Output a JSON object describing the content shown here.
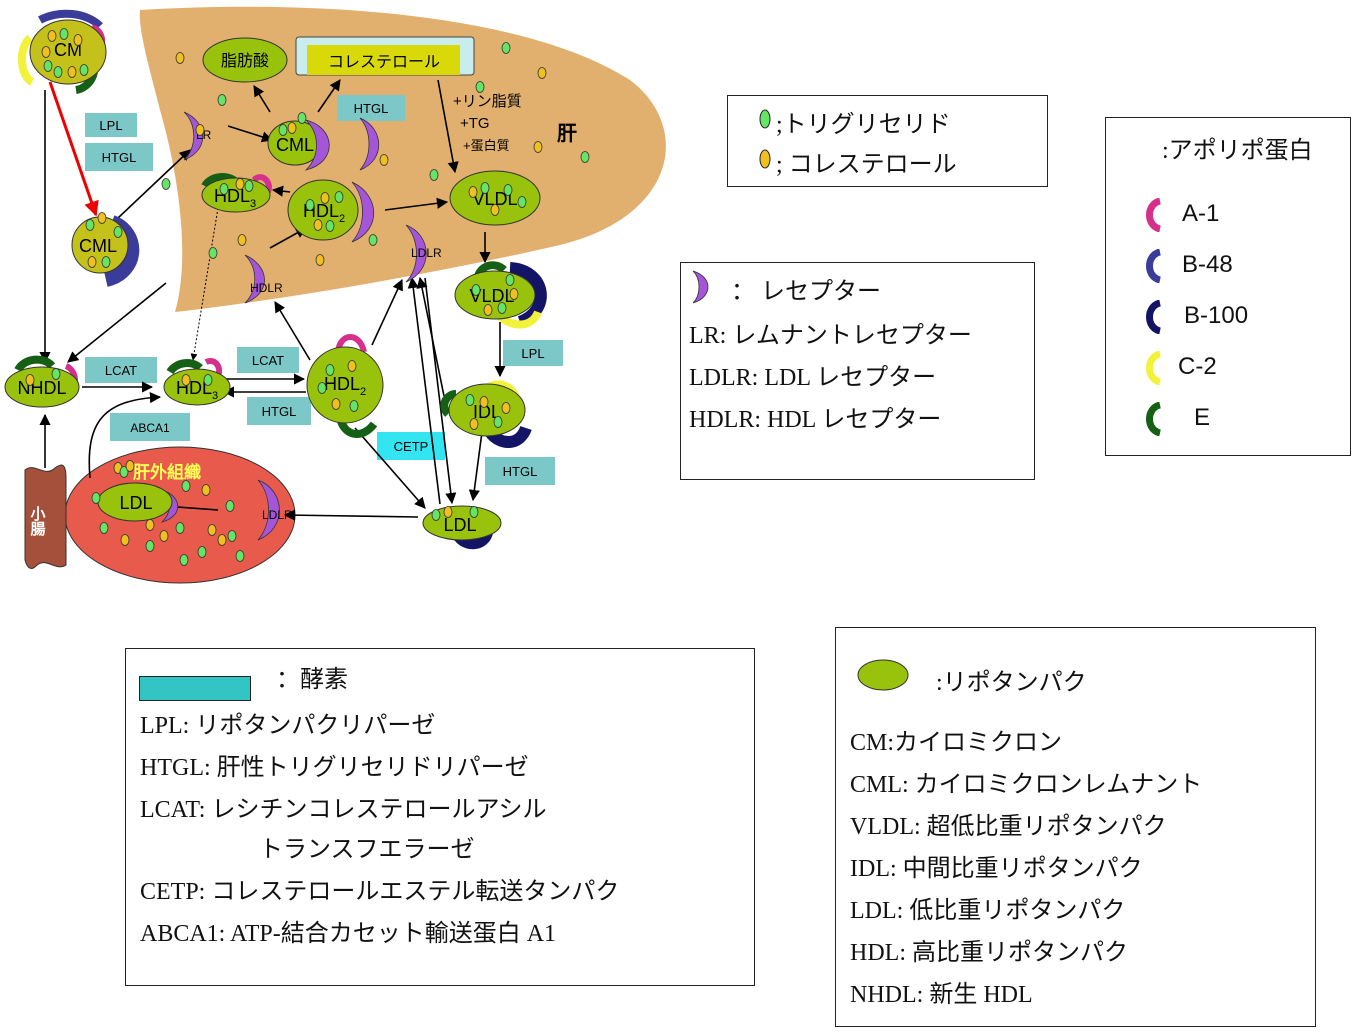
{
  "diagram": {
    "liver": "肝",
    "fatty_acid": "脂肪酸",
    "cholesterol": "コレステロール",
    "plus_phospholipid": "+リン脂質",
    "plus_tg": "+TG",
    "plus_protein": "+蛋白質",
    "extrahepatic": "肝外組織",
    "small_intestine": "小腸",
    "particles": {
      "cm": "CM",
      "cml": "CML",
      "hdl": "HDL",
      "sub2": "2",
      "sub3": "3",
      "vldl": "VLDL",
      "idl": "IDL",
      "ldl": "LDL",
      "nhdl": "NHDL"
    },
    "receptors": {
      "lr": "LR",
      "ldlr": "LDLR",
      "hdlr": "HDLR"
    },
    "enzymes": {
      "lpl": "LPL",
      "htgl": "HTGL",
      "lcat": "LCAT",
      "cetp": "CETP",
      "abca1": "ABCA1"
    }
  },
  "legend_lipids": {
    "tg": ";トリグリセリド",
    "chol": "; コレステロール"
  },
  "legend_apo": {
    "title": ":アポリポ蛋白",
    "items": [
      {
        "label": "A-1",
        "color": "#d62f8c"
      },
      {
        "label": "B-48",
        "color": "#3b3b9a"
      },
      {
        "label": "B-100",
        "color": "#141466"
      },
      {
        "label": "C-2",
        "color": "#f2f23a"
      },
      {
        "label": "E",
        "color": "#156015"
      }
    ]
  },
  "legend_receptor": {
    "title": "： レセプター",
    "lines": [
      "LR: レムナントレセプター",
      "LDLR: LDL レセプター",
      "HDLR: HDL レセプター"
    ]
  },
  "legend_enzyme": {
    "title": "：酵素",
    "lines": [
      "LPL: リポタンパクリパーゼ",
      "HTGL: 肝性トリグリセリドリパーゼ",
      "LCAT: レシチンコレステロールアシル",
      "トランスフエラーゼ",
      "CETP: コレステロールエステル転送タンパク",
      "ABCA1: ATP-結合カセット輸送蛋白 A1"
    ]
  },
  "legend_lipoprotein": {
    "title": ":リポタンパク",
    "lines": [
      "CM:カイロミクロン",
      "CML: カイロミクロンレムナント",
      "VLDL: 超低比重リポタンパク",
      "IDL: 中間比重リポタンパク",
      "LDL: 低比重リポタンパク",
      "HDL: 高比重リポタンパク",
      "NHDL: 新生 HDL"
    ]
  },
  "colors": {
    "liver": "#e2b06e",
    "lipoprotein": "#98c20c",
    "enzyme": "#7cc8c8",
    "enzyme_legend": "#33c4c4",
    "cetp": "#33e5f0",
    "cholesterol": "#f0c020",
    "tg": "#66e466",
    "receptor": "#a455d8",
    "tissue": "#e85a4c",
    "intestine": "#a5503a"
  }
}
